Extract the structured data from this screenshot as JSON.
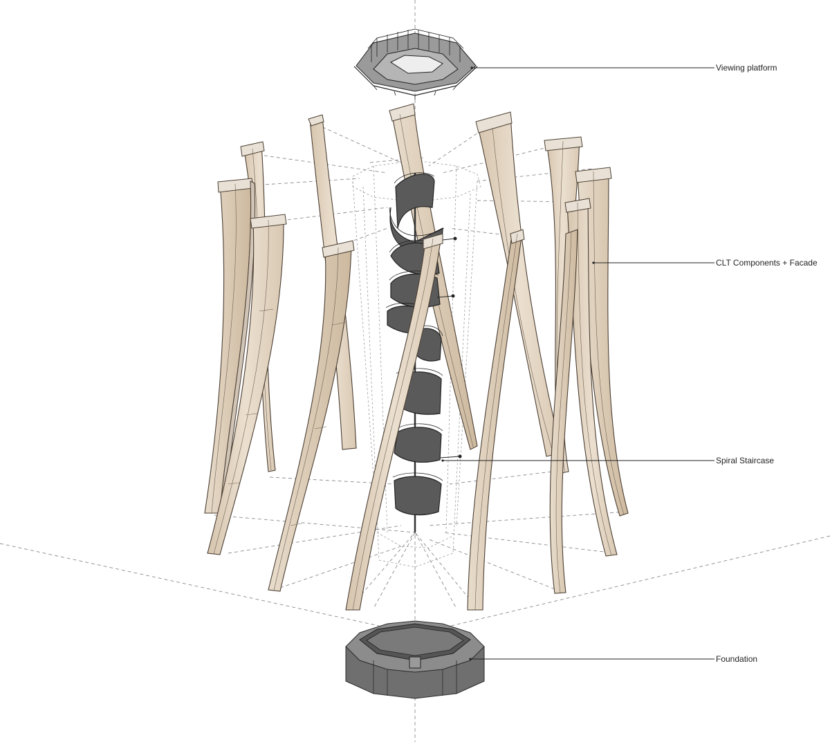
{
  "labels": {
    "viewing_platform": "Viewing platform",
    "clt_components": "CLT Components + Facade",
    "spiral_staircase": "Spiral Staircase",
    "foundation": "Foundation"
  },
  "colors": {
    "timber": "#e3d3c0",
    "timber_shade": "#d4c2ab",
    "timber_edge": "#4a3e33",
    "steel": "#5a5a5a",
    "concrete": "#8c8c8c",
    "guide_lines": "#8a8a8a",
    "leader_lines": "#222222",
    "background": "#ffffff"
  }
}
